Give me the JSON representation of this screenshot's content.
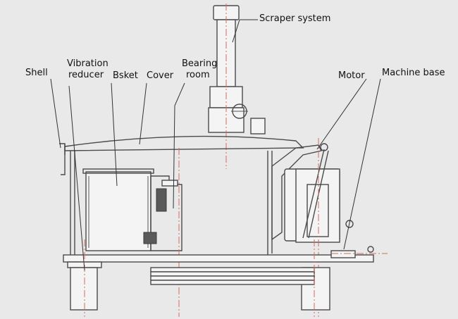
{
  "labels": {
    "scraper": "Scraper system",
    "shell": "Shell",
    "vibration_1": "Vibration",
    "vibration_2": "reducer",
    "basket": "Bsket",
    "cover": "Cover",
    "bearing_1": "Bearing",
    "bearing_2": "room",
    "motor": "Motor",
    "machine_base": "Machine base"
  }
}
